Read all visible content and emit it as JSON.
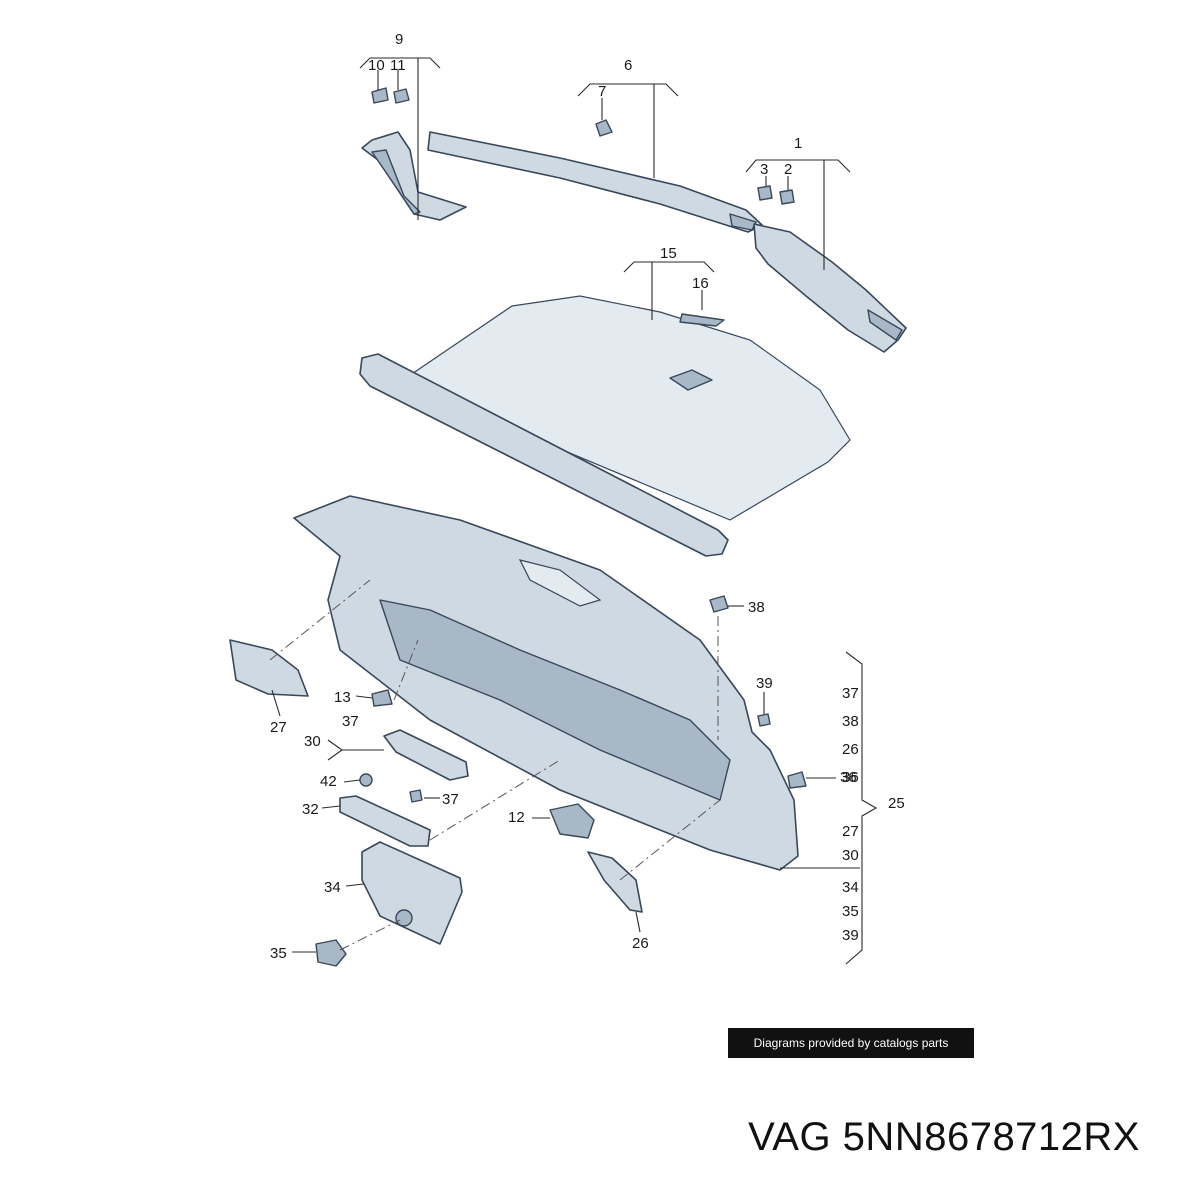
{
  "callouts": {
    "c1": "1",
    "c2": "2",
    "c3": "3",
    "c6": "6",
    "c7": "7",
    "c9": "9",
    "c10": "10",
    "c11": "11",
    "c12": "12",
    "c13": "13",
    "c15": "15",
    "c16": "16",
    "c25": "25",
    "c26": "26",
    "c27": "27",
    "c30": "30",
    "c32": "32",
    "c34": "34",
    "c35": "35",
    "c36": "36",
    "c37": "37",
    "c38": "38",
    "c39": "39",
    "c42": "42",
    "c37b": "37",
    "c37c": "37"
  },
  "right_list": [
    "37",
    "38",
    "26",
    "36",
    "27",
    "30",
    "34",
    "35",
    "39"
  ],
  "credit": "Diagrams provided by catalogs parts",
  "part_number": "VAG 5NN8678712RX",
  "colors": {
    "part_fill": "#cfd9e2",
    "outline": "#38485a",
    "credit_bg": "#111111"
  }
}
